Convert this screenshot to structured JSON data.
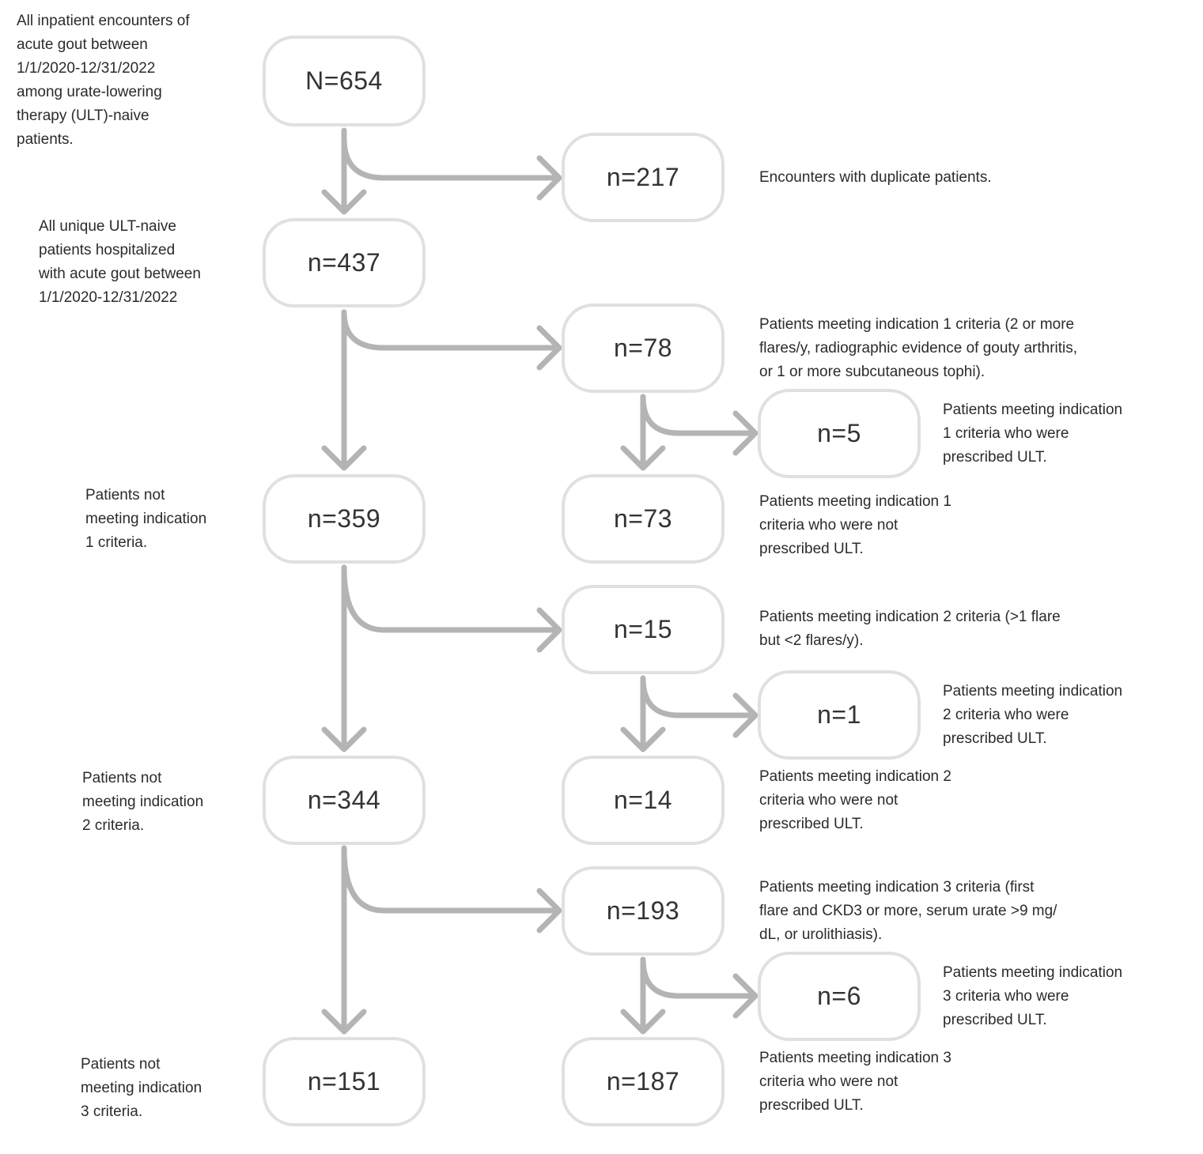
{
  "colors": {
    "arrow": "#b4b4b4",
    "box_border": "#e0e0e0",
    "text": "#2b2b2b"
  },
  "nodes": {
    "n654": "N=654",
    "n437": "n=437",
    "n359": "n=359",
    "n344": "n=344",
    "n151": "n=151",
    "n217": "n=217",
    "n78": "n=78",
    "n73": "n=73",
    "n15": "n=15",
    "n14": "n=14",
    "n193": "n=193",
    "n187": "n=187",
    "n5": "n=5",
    "n1": "n=1",
    "n6": "n=6"
  },
  "labels": {
    "all_encounters": "All inpatient encounters of\nacute gout between\n1/1/2020-12/31/2022\namong urate-lowering\ntherapy (ULT)-naive\npatients.",
    "unique_patients": "All unique ULT-naive\npatients hospitalized\nwith acute gout between\n1/1/2020-12/31/2022",
    "not_ind1": "Patients not\nmeeting indication\n1 criteria.",
    "not_ind2": "Patients not\nmeeting indication\n2 criteria.",
    "not_ind3": "Patients not\nmeeting indication\n3 criteria.",
    "duplicates": "Encounters with duplicate patients.",
    "ind1": "Patients meeting indication 1 criteria (2 or more\nflares/y, radiographic evidence of gouty arthritis,\nor 1 or more subcutaneous tophi).",
    "ind1_prescribed": "Patients meeting indication\n1 criteria who were\nprescribed ULT.",
    "ind1_not_prescribed": "Patients meeting indication 1\ncriteria who were not\nprescribed ULT.",
    "ind2": "Patients meeting indication 2 criteria (>1 flare\nbut <2 flares/y).",
    "ind2_prescribed": "Patients meeting indication\n2 criteria who were\nprescribed ULT.",
    "ind2_not_prescribed": "Patients meeting indication 2\ncriteria who were not\nprescribed ULT.",
    "ind3": "Patients meeting indication 3 criteria (first\nflare and CKD3 or more, serum urate >9 mg/\ndL, or urolithiasis).",
    "ind3_prescribed": "Patients meeting indication\n3 criteria who were\nprescribed ULT.",
    "ind3_not_prescribed": "Patients meeting indication 3\ncriteria who were not\nprescribed ULT."
  }
}
